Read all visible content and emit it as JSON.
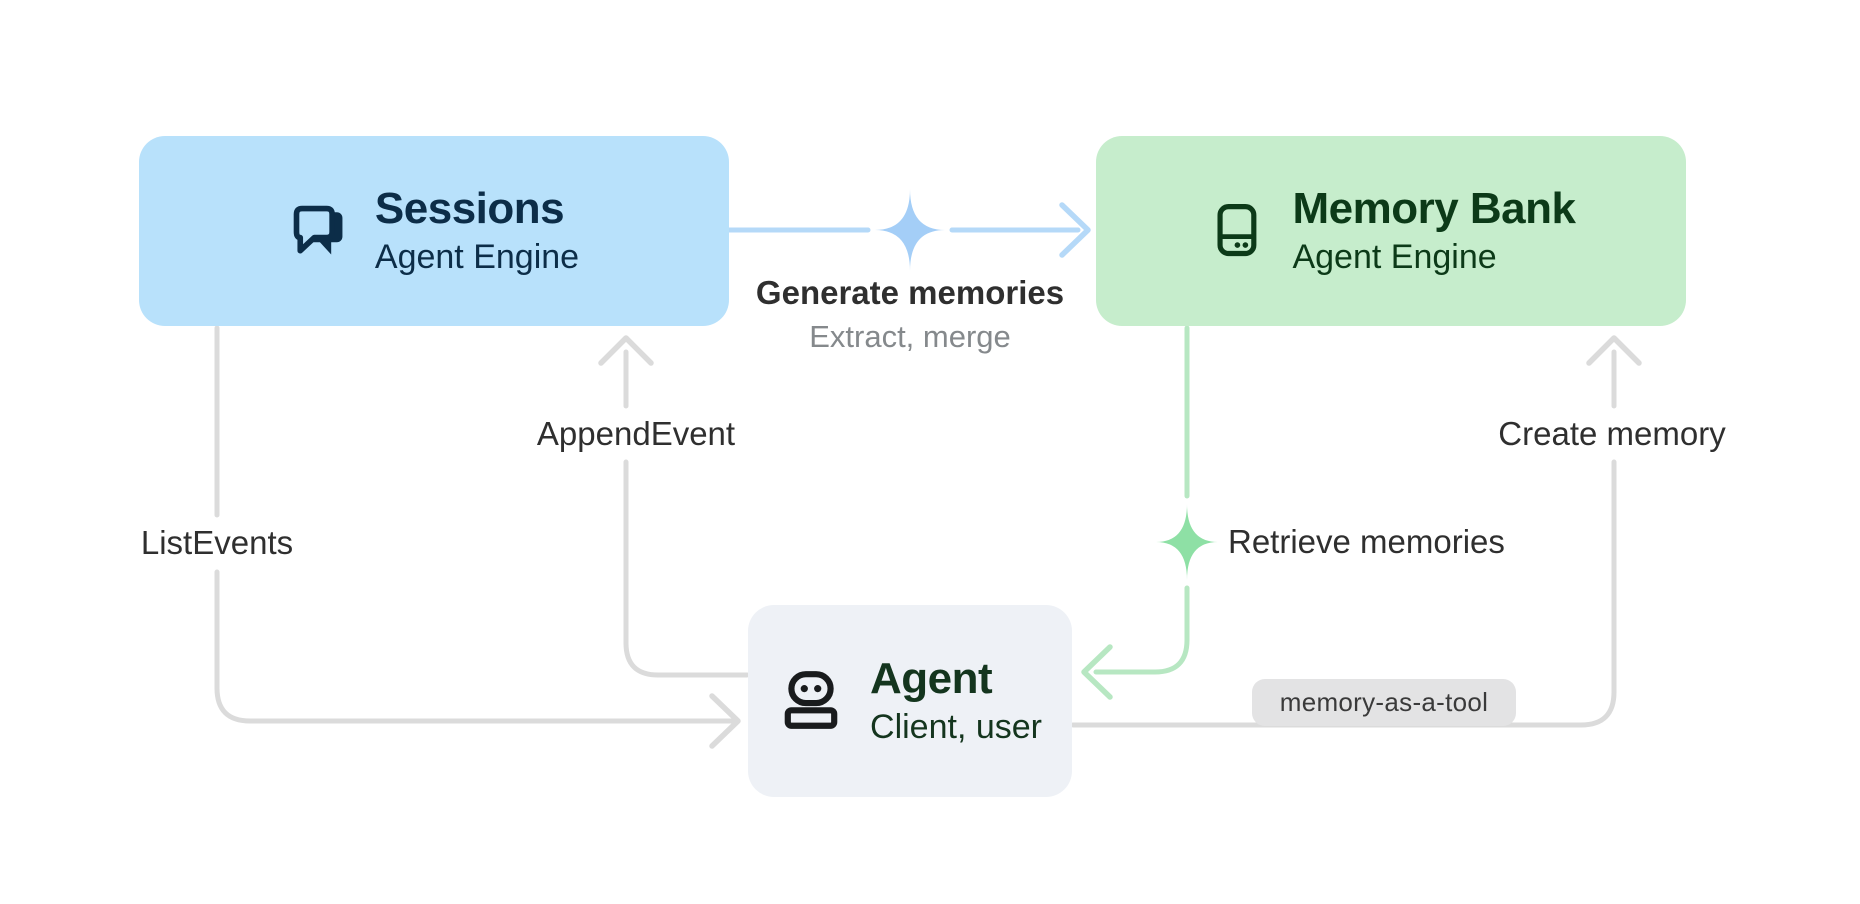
{
  "colors": {
    "background": "#ffffff",
    "sessions_box_bg": "#b8e1fb",
    "sessions_text": "#0c2d48",
    "memory_box_bg": "#c6edcc",
    "memory_text": "#0c3a18",
    "agent_box_bg": "#eef1f6",
    "agent_text": "#14351e",
    "agent_icon": "#191b1d",
    "blue_arrow": "#b5d9f8",
    "blue_sparkle": "#a4cef7",
    "green_arrow": "#b7e7c2",
    "green_sparkle": "#8ee0a5",
    "gray_arrow": "#dbdbdb",
    "label_text": "#2f2f2f",
    "sublabel_text": "#85898c",
    "badge_bg": "#e3e3e4",
    "badge_text": "#3a3a3a"
  },
  "nodes": {
    "sessions": {
      "title": "Sessions",
      "subtitle": "Agent Engine",
      "icon": "chat-bubbles-icon"
    },
    "memory_bank": {
      "title": "Memory Bank",
      "subtitle": "Agent Engine",
      "icon": "memory-storage-icon"
    },
    "agent": {
      "title": "Agent",
      "subtitle": "Client, user",
      "icon": "robot-icon"
    }
  },
  "edges": {
    "generate_memories": {
      "from": "sessions",
      "to": "memory_bank",
      "label": "Generate memories",
      "sublabel": "Extract, merge",
      "style": "blue",
      "sparkle": true
    },
    "append_event": {
      "from": "agent",
      "to": "sessions",
      "label": "AppendEvent",
      "style": "gray"
    },
    "list_events": {
      "from": "sessions",
      "to": "agent",
      "label": "ListEvents",
      "style": "gray"
    },
    "retrieve_memories": {
      "from": "memory_bank",
      "to": "agent",
      "label": "Retrieve memories",
      "style": "green",
      "sparkle": true
    },
    "create_memory": {
      "from": "agent",
      "to": "memory_bank",
      "label": "Create memory",
      "style": "gray",
      "badge": "memory-as-a-tool"
    }
  }
}
